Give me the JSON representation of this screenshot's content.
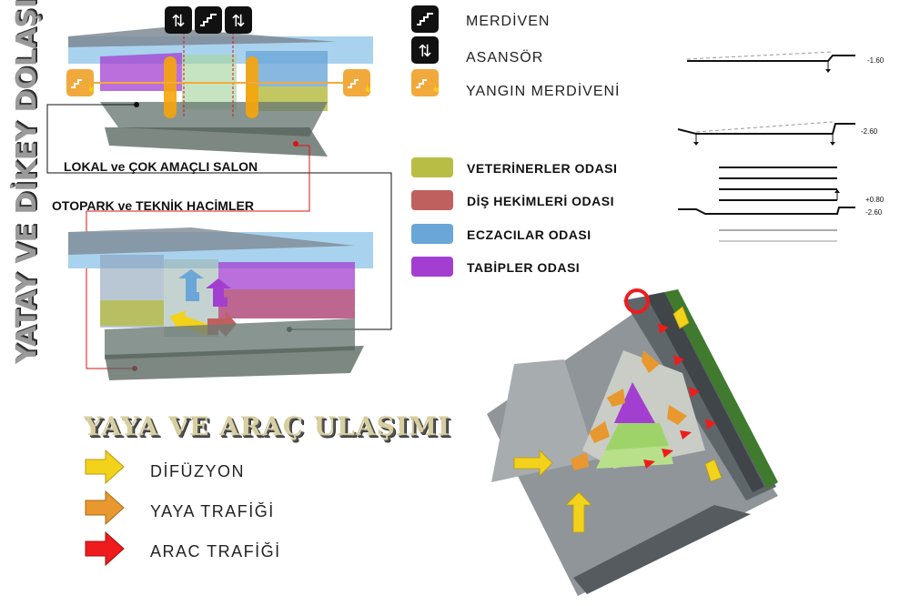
{
  "side_title": "YATAY VE DİKEY DOLAŞIM",
  "circulation_legend": [
    {
      "label": "MERDİVEN",
      "icon": "stairs-icon",
      "color": "#111111"
    },
    {
      "label": "ASANSÖR",
      "icon": "elevator-icon",
      "color": "#111111"
    },
    {
      "label": "YANGIN MERDİVENİ",
      "icon": "fire-stairs-icon",
      "color": "#f2a93b"
    }
  ],
  "rooms_legend": [
    {
      "label": "VETERİNERLER ODASI",
      "color": "#b8bd45"
    },
    {
      "label": "DİŞ HEKİMLERİ ODASI",
      "color": "#c0605e"
    },
    {
      "label": "ECZACILAR ODASI",
      "color": "#6aa6d8"
    },
    {
      "label": "TABİPLER ODASI",
      "color": "#a33fd0"
    }
  ],
  "callouts": {
    "upper": "LOKAL ve ÇOK AMAÇLI SALON",
    "lower": "OTOPARK ve TEKNİK HACİMLER"
  },
  "section_levels": {
    "a": "-1.60",
    "b": "-2.60",
    "c1": "+0.80",
    "c2": "-2.60"
  },
  "access_title": "YAYA VE ARAÇ ULAŞIMI",
  "traffic_legend": [
    {
      "label": "DİFÜZYON",
      "color": "#f3d21b"
    },
    {
      "label": "YAYA TRAFİĞİ",
      "color": "#e8982e"
    },
    {
      "label": "ARAC TRAFİĞİ",
      "color": "#ee1c1c"
    }
  ]
}
